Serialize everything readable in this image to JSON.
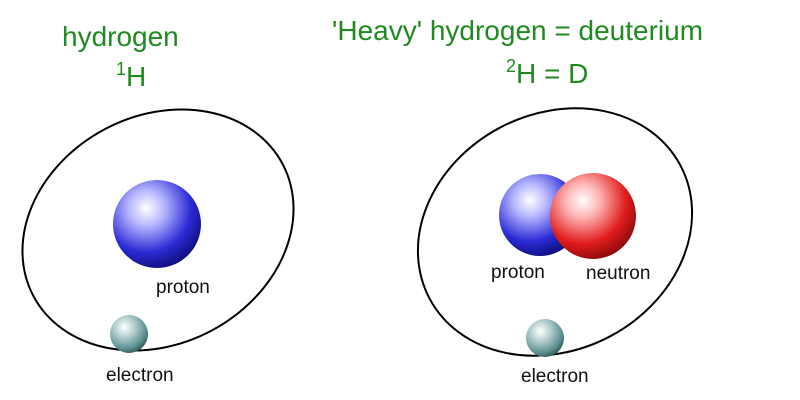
{
  "hydrogen": {
    "title": "hydrogen",
    "symbol_mass": "1",
    "symbol_letter": "H",
    "proton_label": "proton",
    "electron_label": "electron"
  },
  "deuterium": {
    "title": "'Heavy' hydrogen = deuterium",
    "symbol_mass": "2",
    "symbol_rest": "H = D",
    "proton_label": "proton",
    "neutron_label": "neutron",
    "electron_label": "electron"
  },
  "colors": {
    "title": "#1f8a1f",
    "proton": "#2b2bd6",
    "neutron": "#e01c1c",
    "electron": "#5a8e8e",
    "orbit": "#000000"
  }
}
